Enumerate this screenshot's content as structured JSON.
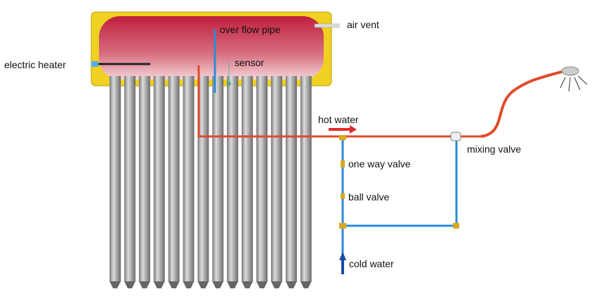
{
  "labels": {
    "air_vent": "air vent",
    "over_flow_pipe": "over flow pipe",
    "electric_heater": "electric heater",
    "sensor": "sensor",
    "hot_water": "hot water",
    "mixing_valve": "mixing valve",
    "one_way_valve": "one way valve",
    "ball_valve": "ball valve",
    "cold_water": "cold water"
  },
  "colors": {
    "tank_frame": "#f0d020",
    "tank_top": "#c02040",
    "hot_pipe": "#e04a2a",
    "cold_pipe": "#2a8ad8",
    "tube": "#a8a8a8"
  },
  "tube_count": 14
}
